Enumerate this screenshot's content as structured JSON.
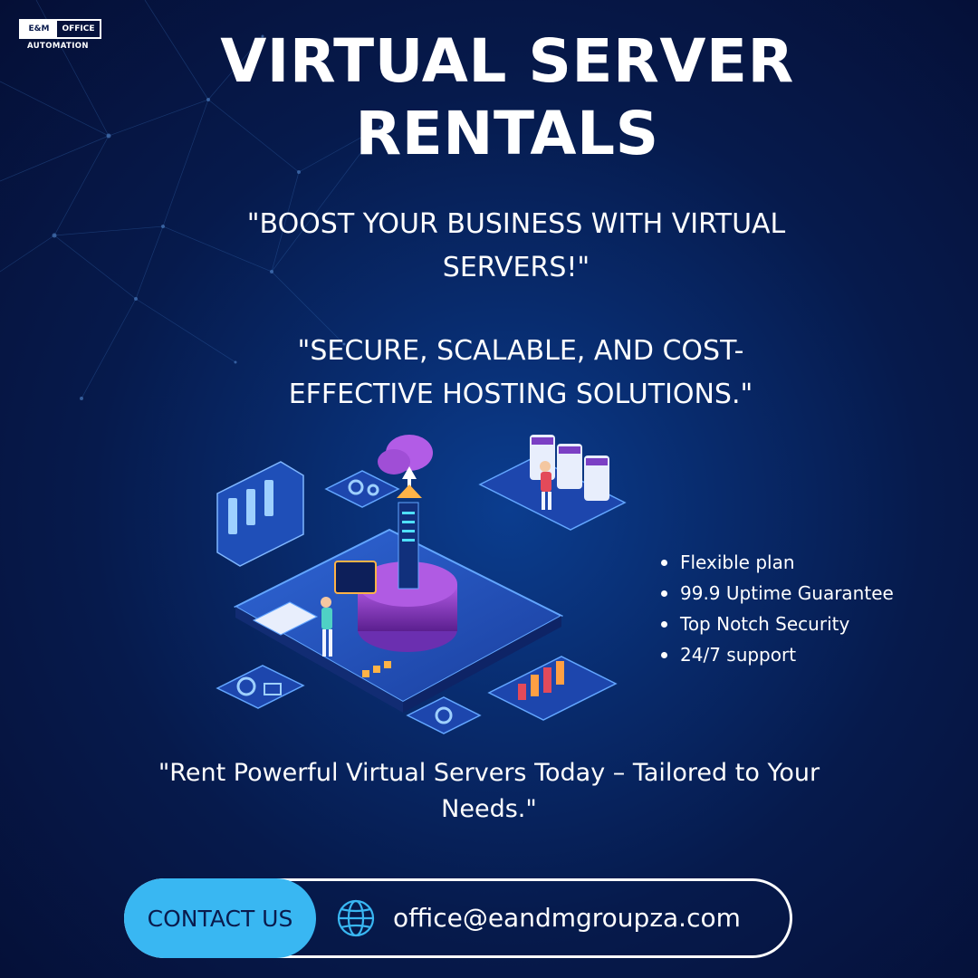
{
  "brand": {
    "logo_left": "E&M",
    "logo_right": "OFFICE",
    "logo_sub": "AUTOMATION"
  },
  "title": [
    "VIRTUAL SERVER",
    "RENTALS"
  ],
  "tagline_1": "\"BOOST YOUR BUSINESS WITH VIRTUAL SERVERS!\"",
  "tagline_2": "\"SECURE, SCALABLE, AND COST-EFFECTIVE HOSTING SOLUTIONS.\"",
  "features": [
    "Flexible plan",
    "99.9 Uptime Guarantee",
    "Top Notch Security",
    "24/7 support"
  ],
  "bottom_tagline": "\"Rent Powerful Virtual Servers Today – Tailored to Your Needs.\"",
  "cta": {
    "button_label": "CONTACT US",
    "email": "office@eandmgroupza.com",
    "icon": "globe-icon"
  },
  "colors": {
    "background": "#061a4c",
    "accent": "#39b7f2",
    "text": "#ffffff"
  }
}
